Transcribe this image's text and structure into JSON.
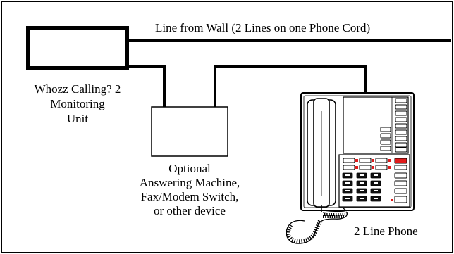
{
  "labels": {
    "line_from_wall": "Line from Wall  (2 Lines on one Phone Cord)",
    "monitor_unit": [
      "Whozz Calling? 2",
      "Monitoring",
      "Unit"
    ],
    "optional_device": [
      "Optional",
      "Answering Machine,",
      "Fax/Modem Switch,",
      "or other device"
    ],
    "phone": "2 Line Phone"
  },
  "phone_keys": {
    "indicator": "red key"
  },
  "colors": {
    "line": "#000000",
    "accent_red": "#e01b1b",
    "background": "#ffffff"
  }
}
